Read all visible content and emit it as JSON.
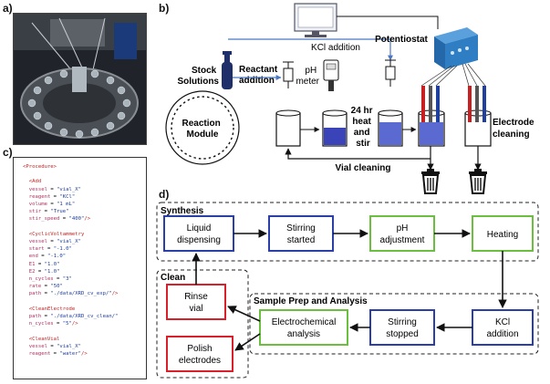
{
  "panels": {
    "a": "a)",
    "b": "b)",
    "c": "c)",
    "d": "d)"
  },
  "panel_b": {
    "kcl_addition": "KCl addition",
    "potentiostat": "Potentiostat",
    "stock_solutions": [
      "Stock",
      "Solutions"
    ],
    "reactant_addition": [
      "Reactant",
      "addition"
    ],
    "ph_meter": [
      "pH",
      "meter"
    ],
    "reaction_module": [
      "Reaction",
      "Module"
    ],
    "heat_stir": [
      "24 hr",
      "heat",
      "and",
      "stir"
    ],
    "electrode_cleaning": [
      "Electrode",
      "cleaning"
    ],
    "vial_cleaning": "Vial cleaning"
  },
  "panel_c": {
    "lines": [
      [
        [
          "tag",
          "<Procedure>"
        ]
      ],
      [],
      [
        [
          "tag",
          "  <Add"
        ]
      ],
      [
        [
          "attr",
          "  vessel"
        ],
        [
          "txt",
          " = "
        ],
        [
          "val",
          "\"vial_X\""
        ]
      ],
      [
        [
          "attr",
          "  reagent"
        ],
        [
          "txt",
          " = "
        ],
        [
          "val",
          "\"KCl\""
        ]
      ],
      [
        [
          "attr",
          "  volume"
        ],
        [
          "txt",
          " = "
        ],
        [
          "val",
          "\"1 mL\""
        ]
      ],
      [
        [
          "attr",
          "  stir"
        ],
        [
          "txt",
          " = "
        ],
        [
          "val",
          "\"True\""
        ]
      ],
      [
        [
          "attr",
          "  stir_speed"
        ],
        [
          "txt",
          " = "
        ],
        [
          "val",
          "\"400\""
        ],
        [
          "tag",
          "/>"
        ]
      ],
      [],
      [
        [
          "tag",
          "  <CyclicVoltammetry"
        ]
      ],
      [
        [
          "attr",
          "  vessel"
        ],
        [
          "txt",
          " = "
        ],
        [
          "val",
          "\"vial_X\""
        ]
      ],
      [
        [
          "attr",
          "  start"
        ],
        [
          "txt",
          " = "
        ],
        [
          "val",
          "\"-1.0\""
        ]
      ],
      [
        [
          "attr",
          "  end"
        ],
        [
          "txt",
          " = "
        ],
        [
          "val",
          "\"-1.0\""
        ]
      ],
      [
        [
          "attr",
          "  E1"
        ],
        [
          "txt",
          " = "
        ],
        [
          "val",
          "\"1.0\""
        ]
      ],
      [
        [
          "attr",
          "  E2"
        ],
        [
          "txt",
          " = "
        ],
        [
          "val",
          "\"1.0\""
        ]
      ],
      [
        [
          "attr",
          "  n_cycles"
        ],
        [
          "txt",
          " = "
        ],
        [
          "val",
          "\"3\""
        ]
      ],
      [
        [
          "attr",
          "  rate"
        ],
        [
          "txt",
          " = "
        ],
        [
          "val",
          "\"50\""
        ]
      ],
      [
        [
          "attr",
          "  path"
        ],
        [
          "txt",
          " = "
        ],
        [
          "val",
          "\"./data/XRD_cv_exp/\""
        ],
        [
          "tag",
          "/>"
        ]
      ],
      [],
      [
        [
          "tag",
          "  <CleanElectrode"
        ]
      ],
      [
        [
          "attr",
          "  path"
        ],
        [
          "txt",
          " = "
        ],
        [
          "val",
          "\"./data/XRD_cv_clean/\""
        ]
      ],
      [
        [
          "attr",
          "  n_cycles"
        ],
        [
          "txt",
          " = "
        ],
        [
          "val",
          "\"5\""
        ],
        [
          "tag",
          "/>"
        ]
      ],
      [],
      [
        [
          "tag",
          "  <CleanVial"
        ]
      ],
      [
        [
          "attr",
          "  vessel"
        ],
        [
          "txt",
          " = "
        ],
        [
          "val",
          "\"vial_X\""
        ]
      ],
      [
        [
          "attr",
          "  reagent"
        ],
        [
          "txt",
          " = "
        ],
        [
          "val",
          "\"water\""
        ],
        [
          "tag",
          "/>"
        ]
      ]
    ]
  },
  "panel_d": {
    "groups": {
      "synthesis": "Synthesis",
      "clean": "Clean",
      "sample_prep": "Sample Prep and Analysis"
    },
    "steps": {
      "liquid_dispensing": [
        "Liquid",
        "dispensing"
      ],
      "stirring_started": [
        "Stirring",
        "started"
      ],
      "ph_adjustment": [
        "pH",
        "adjustment"
      ],
      "heating": [
        "Heating"
      ],
      "kcl_addition": [
        "KCl",
        "addition"
      ],
      "stirring_stopped": [
        "Stirring",
        "stopped"
      ],
      "electrochemical_analysis": [
        "Electrochemical",
        "analysis"
      ],
      "rinse_vial": [
        "Rinse",
        "vial"
      ],
      "polish_electrodes": [
        "Polish",
        "electrodes"
      ]
    }
  },
  "colors": {
    "blue_box": "#2b3fa8",
    "green_box": "#6bbf3f",
    "red_box": "#d9202a",
    "liquid": "#3a44b8",
    "arrow_blue": "#4a78c0",
    "potentiostat": "#2f7ec4"
  }
}
